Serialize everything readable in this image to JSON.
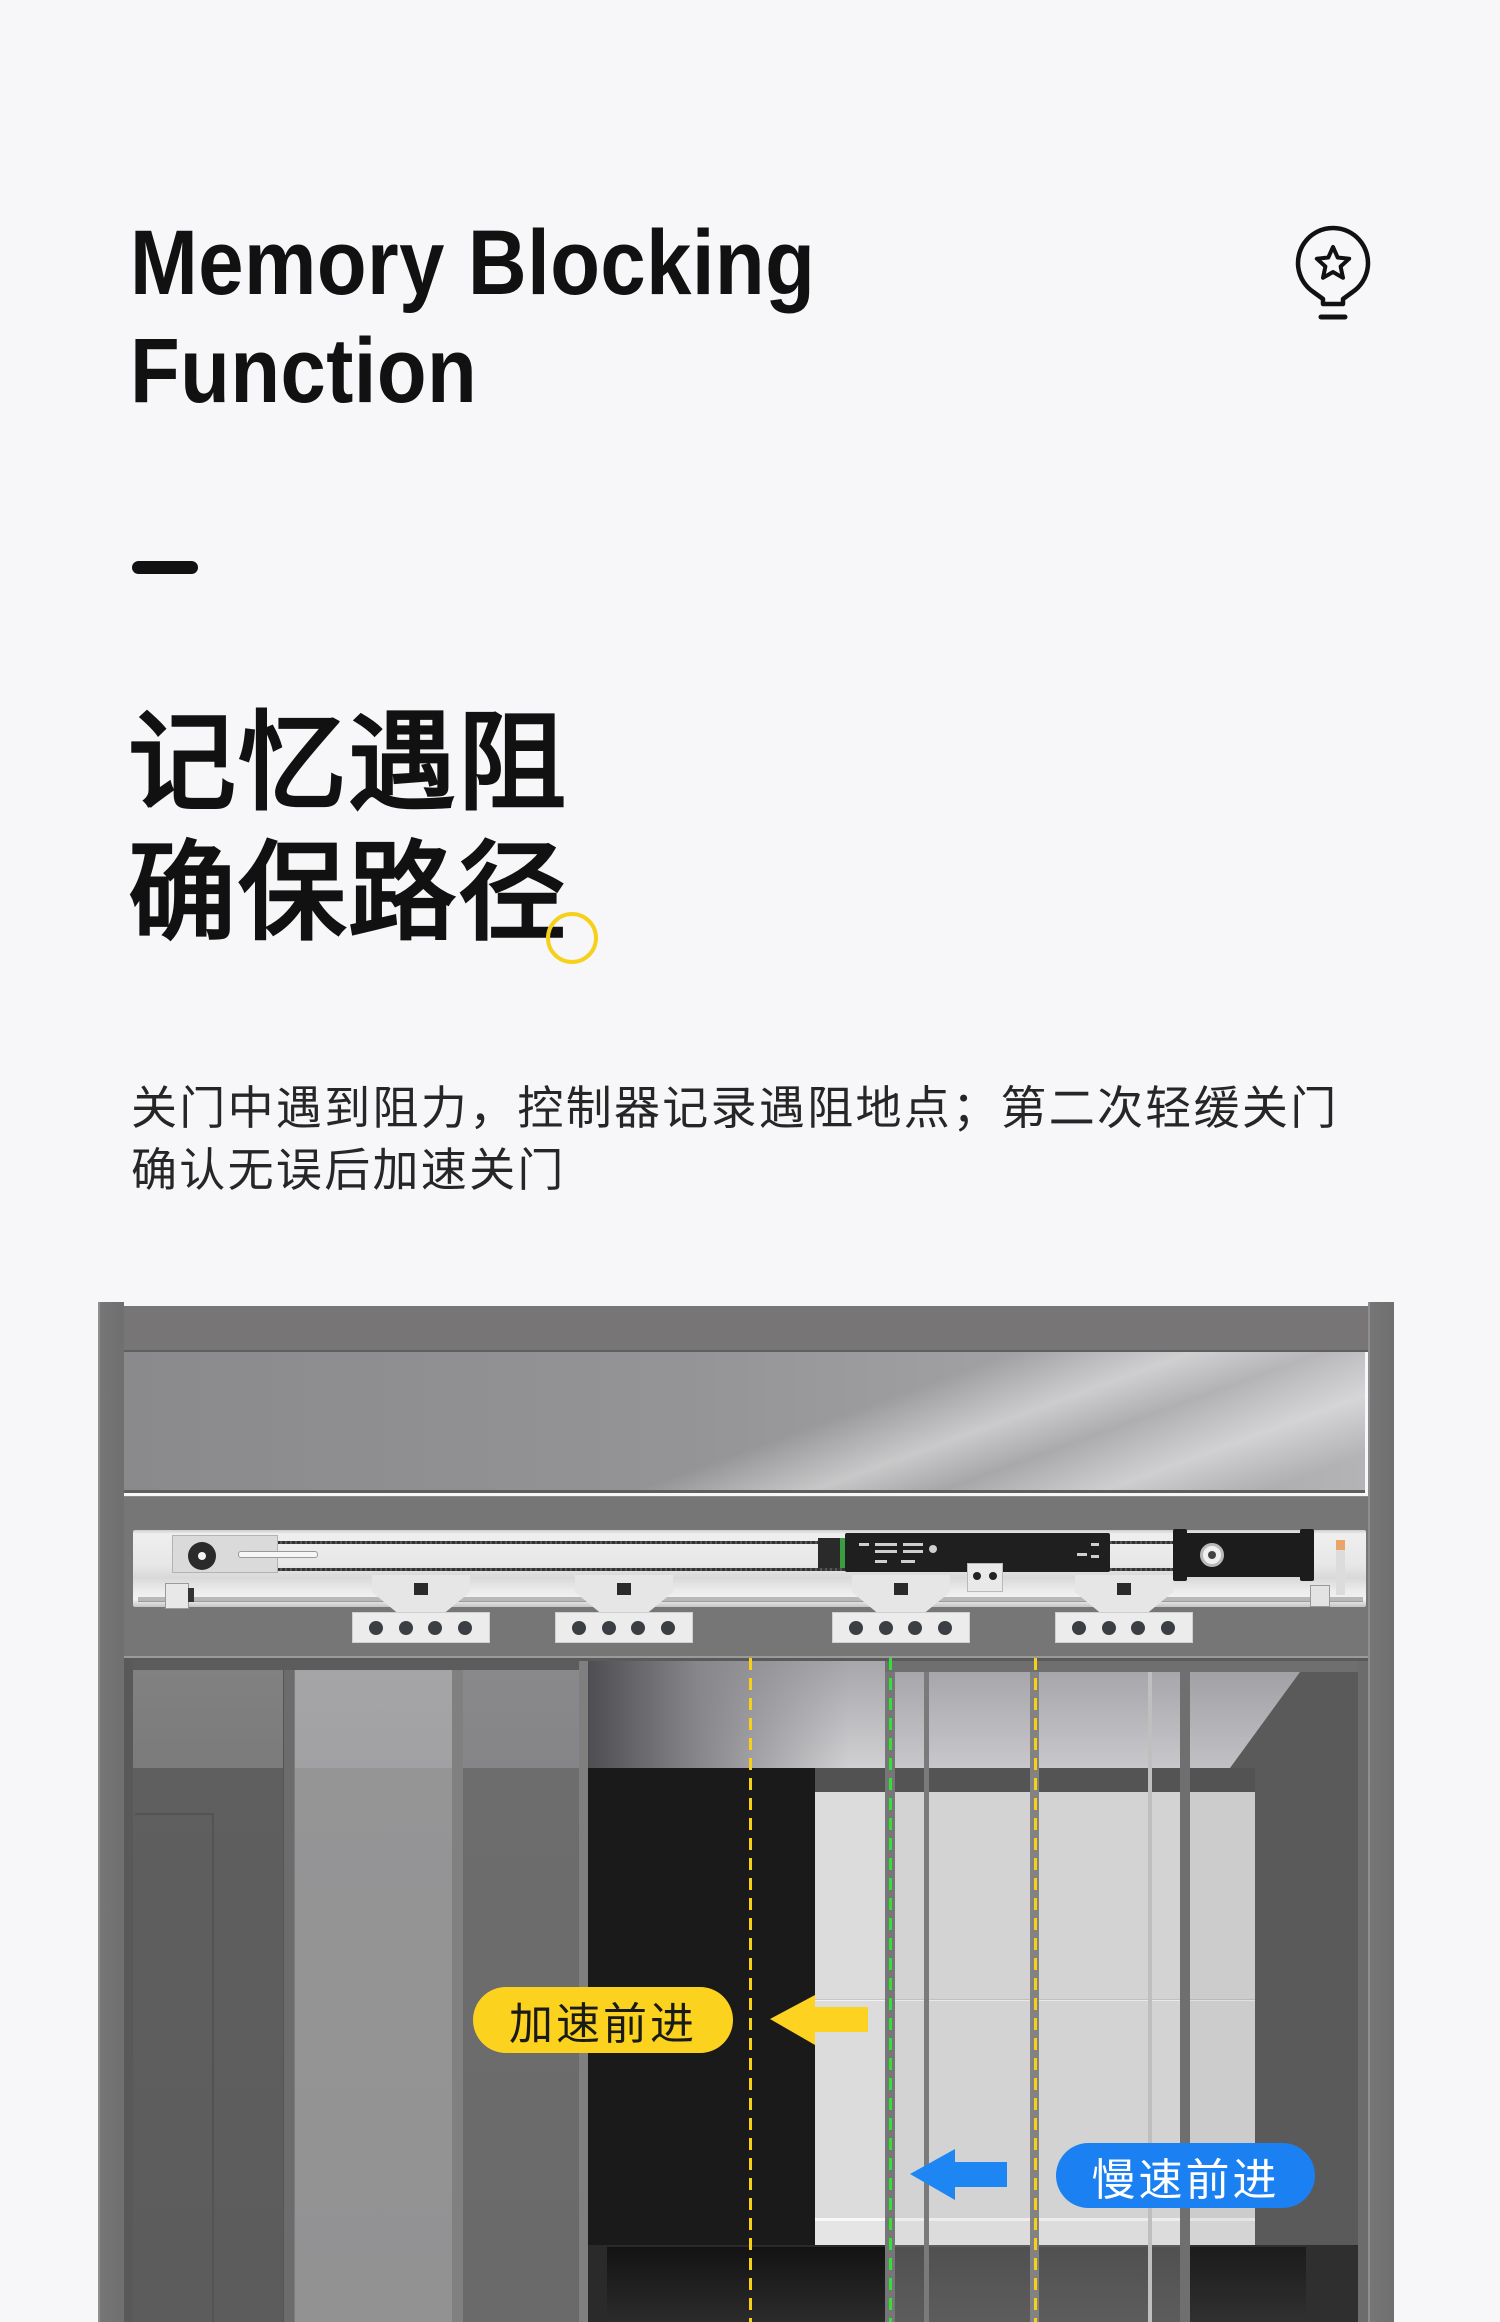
{
  "header": {
    "title_en": [
      "Memory Blocking",
      "Function"
    ],
    "icon": "lightbulb-star-icon"
  },
  "headline_zh": [
    "记忆遇阻",
    "确保路径"
  ],
  "description": [
    "关门中遇到阻力，控制器记录遇阻地点；第二次轻缓关门",
    "确认无误后加速关门"
  ],
  "illustration": {
    "markers": [
      {
        "type": "dashed-line",
        "color": "#f7d117"
      },
      {
        "type": "dashed-line",
        "color": "#33e03a"
      },
      {
        "type": "dashed-line",
        "color": "#f7d117"
      }
    ],
    "labels": {
      "accelerate": {
        "text": "加速前进",
        "color": "#fbd21d",
        "text_color": "#1a1a1a",
        "arrow": "arrow-left-icon",
        "arrow_color": "#fdd220"
      },
      "slow": {
        "text": "慢速前进",
        "color": "#1b80f2",
        "text_color": "#ffffff",
        "arrow": "arrow-left-icon",
        "arrow_color": "#1d86f3"
      }
    }
  },
  "colors": {
    "background": "#f7f7f9",
    "text": "#111111",
    "accent_yellow": "#f6d11c",
    "accent_blue": "#1b80f2",
    "accent_green": "#33e03a",
    "frame_gray": "#777676"
  }
}
